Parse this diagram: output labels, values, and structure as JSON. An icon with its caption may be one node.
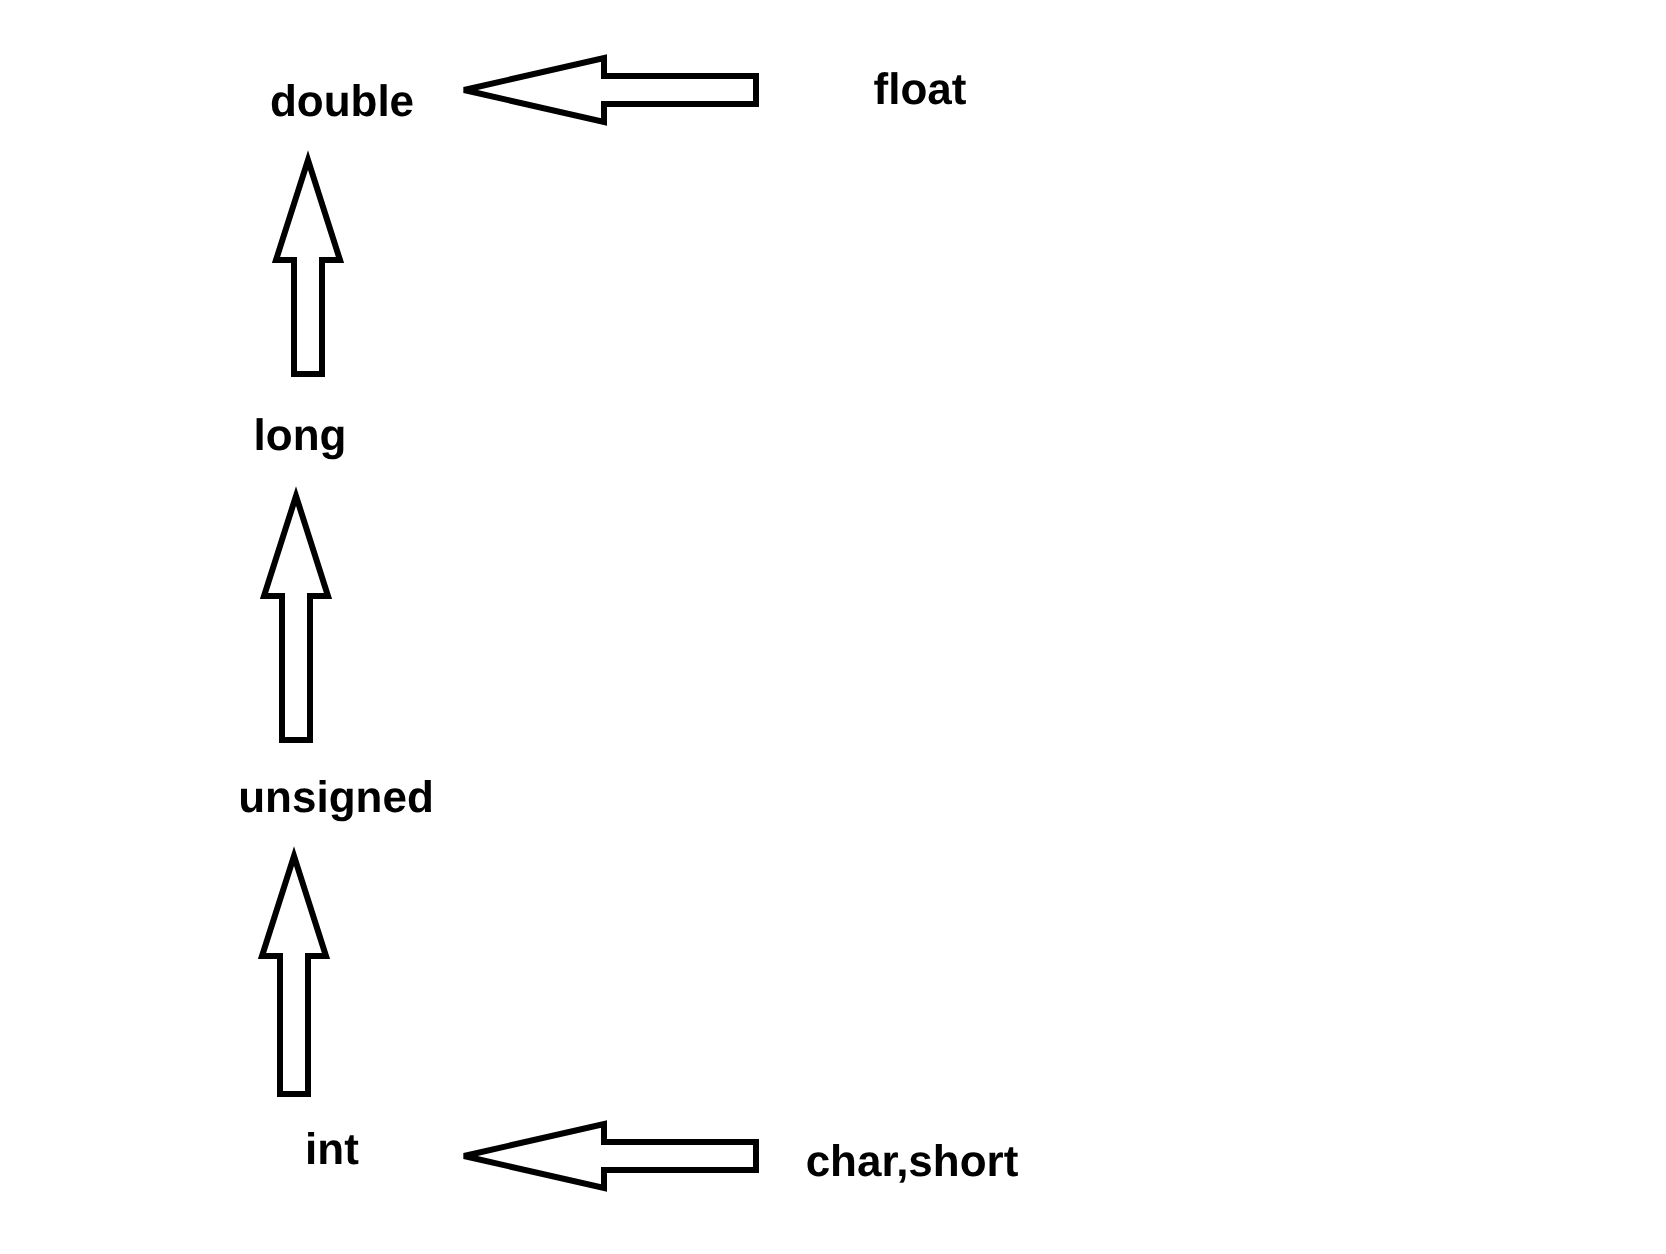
{
  "diagram": {
    "nodes": [
      {
        "text": [
          "double"
        ]
      },
      {
        "text": [
          "float"
        ]
      },
      {
        "text": [
          "long"
        ]
      },
      {
        "text": [
          "unsigned"
        ]
      },
      {
        "text": [
          "int"
        ]
      },
      {
        "text": [
          "char,short"
        ]
      }
    ],
    "edges": [
      {
        "from": 1,
        "to": 0,
        "arrow": "to"
      },
      {
        "from": 2,
        "to": 0,
        "arrow": "to"
      },
      {
        "from": 3,
        "to": 2,
        "arrow": "to"
      },
      {
        "from": 4,
        "to": 3,
        "arrow": "to"
      },
      {
        "from": 5,
        "to": 4,
        "arrow": "to"
      }
    ]
  }
}
